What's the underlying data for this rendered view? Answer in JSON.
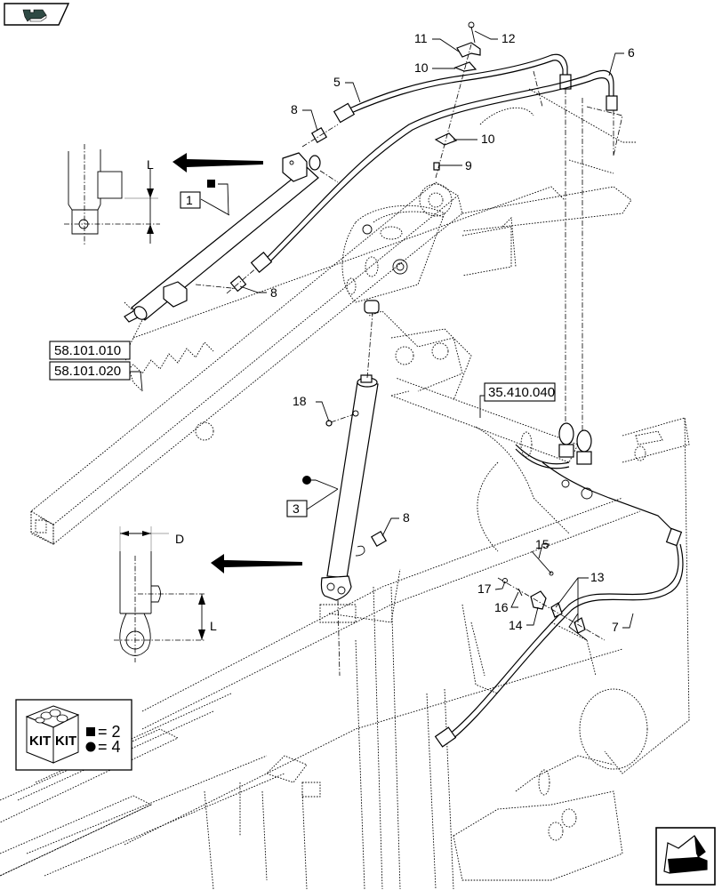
{
  "nav": {
    "back_icon": "puzzle-arrow-back-icon",
    "next_icon": "arrow-forward-icon"
  },
  "callouts": {
    "c1": "1",
    "c3": "3",
    "c5": "5",
    "c6": "6",
    "c7": "7",
    "c8a": "8",
    "c8b": "8",
    "c8c": "8",
    "c9": "9",
    "c10a": "10",
    "c10b": "10",
    "c11": "11",
    "c12": "12",
    "c13": "13",
    "c14": "14",
    "c15": "15",
    "c16": "16",
    "c17": "17",
    "c18": "18"
  },
  "references": {
    "ref1": "58.101.010",
    "ref2": "58.101.020",
    "ref3": "35.410.040"
  },
  "detail_labels": {
    "top_L": "L",
    "bottom_D": "D",
    "bottom_L": "L"
  },
  "kit_legend": {
    "box_text_left": "KIT",
    "box_text_right": "KIT",
    "square_kit_symbol": "2",
    "square_equals": "= 2",
    "circle_kit_symbol": "4",
    "circle_equals": "= 4"
  }
}
